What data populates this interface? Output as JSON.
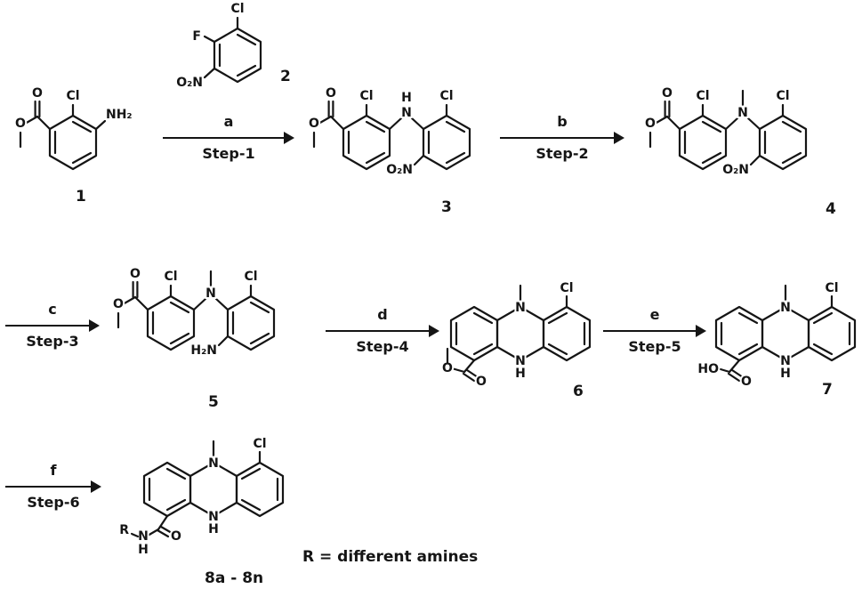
{
  "ink_color": "#151515",
  "background_color": "#ffffff",
  "compounds": {
    "c1": "1",
    "c2": "2",
    "c3": "3",
    "c4": "4",
    "c5": "5",
    "c6": "6",
    "c7": "7",
    "c8": "8a - 8n"
  },
  "steps": {
    "s1": {
      "reagent": "a",
      "step": "Step-1"
    },
    "s2": {
      "reagent": "b",
      "step": "Step-2"
    },
    "s3": {
      "reagent": "c",
      "step": "Step-3"
    },
    "s4": {
      "reagent": "d",
      "step": "Step-4"
    },
    "s5": {
      "reagent": "e",
      "step": "Step-5"
    },
    "s6": {
      "reagent": "f",
      "step": "Step-6"
    }
  },
  "note": "R = different amines",
  "atoms": {
    "O": "O",
    "Cl": "Cl",
    "F": "F",
    "N": "N",
    "H": "H",
    "R": "R",
    "NH2": "NH₂",
    "O2N": "O₂N",
    "H2N": "H₂N",
    "HO": "HO"
  }
}
